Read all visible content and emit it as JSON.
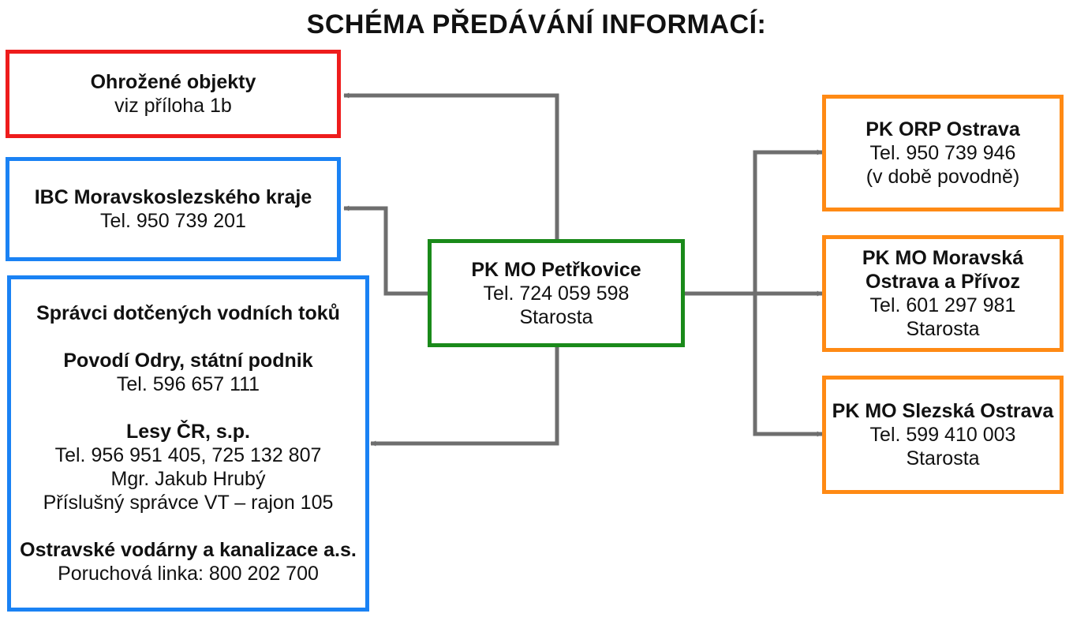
{
  "title": "SCHÉMA PŘEDÁVÁNÍ INFORMACÍ:",
  "colors": {
    "red": "#ee1c1c",
    "blue": "#1a82f4",
    "green": "#1a8a1a",
    "orange": "#ff8a14",
    "arrow": "#6e6e6e"
  },
  "center": {
    "name": "PK MO Petřkovice",
    "phone": "Tel. 724 059 598",
    "role": "Starosta"
  },
  "left": {
    "threatened": {
      "name": "Ohrožené objekty",
      "note": "viz příloha 1b"
    },
    "ibc": {
      "name": "IBC Moravskoslezského kraje",
      "phone": "Tel. 950 739 201"
    },
    "managers": {
      "heading": "Správci dotčených vodních toků",
      "povodi": {
        "name": "Povodí Odry, státní podnik",
        "phone": "Tel. 596 657 111"
      },
      "lesy": {
        "name": "Lesy ČR, s.p.",
        "phone": "Tel. 956 951 405, 725 132 807",
        "person": "Mgr. Jakub Hrubý",
        "role": "Příslušný správce VT – rajon 105"
      },
      "ovak": {
        "name": "Ostravské vodárny a kanalizace a.s.",
        "phone": "Poruchová linka: 800 202 700"
      }
    }
  },
  "right": {
    "orp": {
      "name": "PK ORP Ostrava",
      "phone": "Tel. 950 739 946",
      "note": "(v době povodně)"
    },
    "moravska": {
      "name_line1": "PK MO Moravská",
      "name_line2": "Ostrava a Přívoz",
      "phone": "Tel. 601 297 981",
      "role": "Starosta"
    },
    "slezska": {
      "name": "PK MO Slezská Ostrava",
      "phone": "Tel. 599 410 003",
      "role": "Starosta"
    }
  }
}
